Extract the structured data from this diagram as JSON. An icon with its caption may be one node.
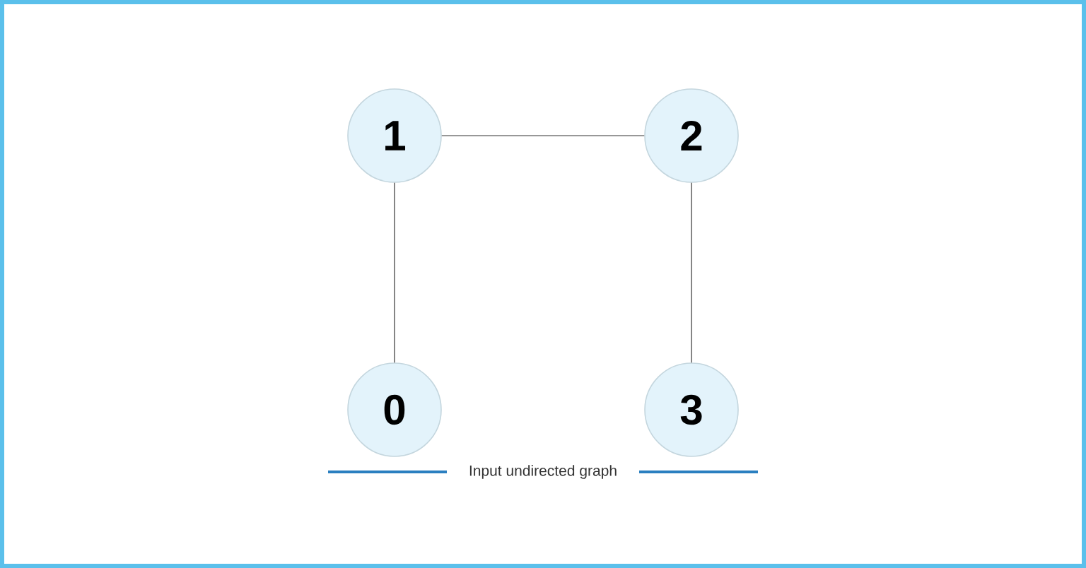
{
  "diagram": {
    "caption": "Input undirected graph",
    "nodes": [
      {
        "text": [
          "1"
        ]
      },
      {
        "text": [
          "2"
        ]
      },
      {
        "text": [
          "0"
        ]
      },
      {
        "text": [
          "3"
        ]
      }
    ],
    "edges": [
      {
        "from": 0,
        "to": 1,
        "arrow": "none"
      },
      {
        "from": 0,
        "to": 2,
        "arrow": "none"
      },
      {
        "from": 1,
        "to": 3,
        "arrow": "none"
      }
    ]
  }
}
